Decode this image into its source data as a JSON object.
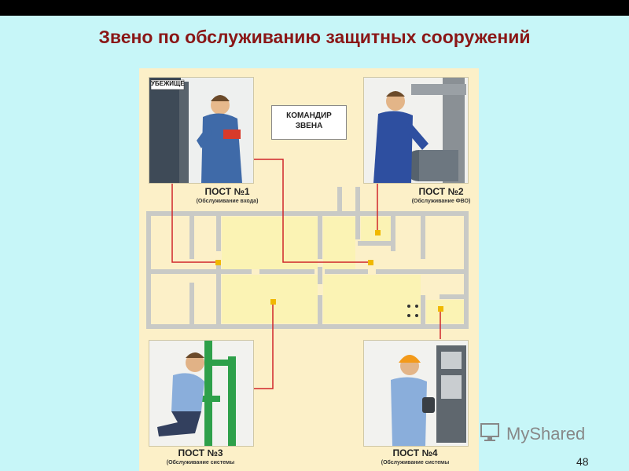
{
  "header": {
    "title": "Звено по обслуживанию защитных сооружений"
  },
  "diagram": {
    "commander_label_line1": "КОМАНДИР",
    "commander_label_line2": "ЗВЕНА",
    "shelter_sign": "УБЕЖИЩЕ",
    "posts": [
      {
        "label": "ПОСТ №1",
        "sub": "(Обслуживание входа)"
      },
      {
        "label": "ПОСТ №2",
        "sub": "(Обслуживание ФВО)"
      },
      {
        "label": "ПОСТ №3",
        "sub": "(Обслуживание системы"
      },
      {
        "label": "ПОСТ №4",
        "sub": "(Обслуживание системы"
      }
    ]
  },
  "footer": {
    "page_number": "48",
    "watermark": "MyShared"
  },
  "colors": {
    "title": "#8a1717",
    "background": "#c7f6f8",
    "board": "#fcf0c8",
    "wall": "#c9cac6",
    "link_line": "#d0262a",
    "pointer": "#f0b800"
  }
}
